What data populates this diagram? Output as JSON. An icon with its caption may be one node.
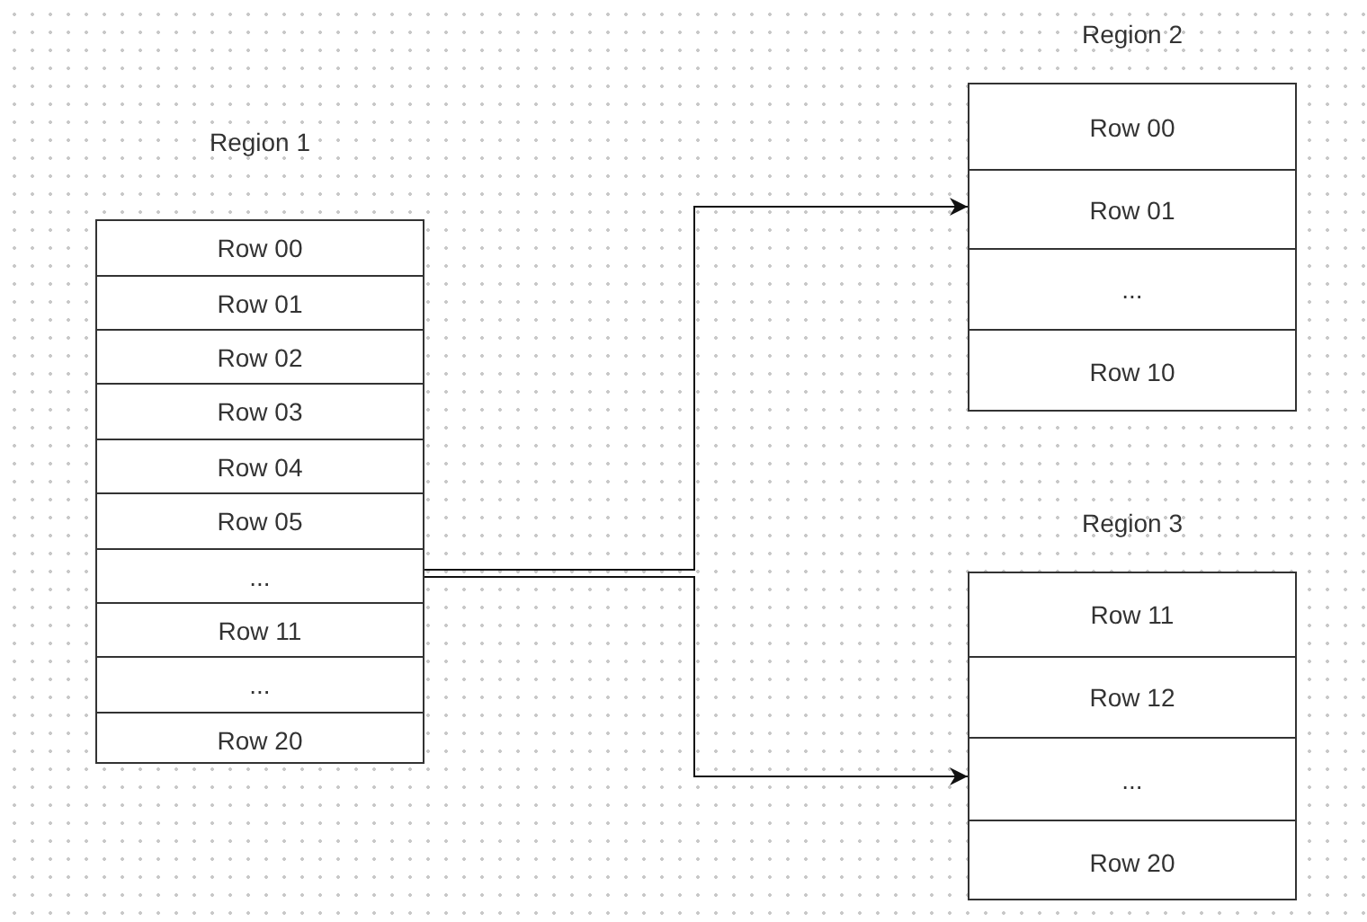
{
  "diagram": {
    "nodes": [
      {
        "text": [
          "Region 1"
        ]
      },
      {
        "text": [
          "Row 00"
        ],
        "in": 0
      },
      {
        "text": [
          "Row 01"
        ],
        "in": 0
      },
      {
        "text": [
          "Row 02"
        ],
        "in": 0
      },
      {
        "text": [
          "Row 03"
        ],
        "in": 0
      },
      {
        "text": [
          "Row 04"
        ],
        "in": 0
      },
      {
        "text": [
          "Row 05"
        ],
        "in": 0
      },
      {
        "text": [
          "..."
        ],
        "in": 0
      },
      {
        "text": [
          "Row 11"
        ],
        "in": 0
      },
      {
        "text": [
          "..."
        ],
        "in": 0
      },
      {
        "text": [
          "Row 20"
        ],
        "in": 0
      },
      {
        "text": [
          "Region 2"
        ]
      },
      {
        "text": [
          "Row 00"
        ],
        "in": 11
      },
      {
        "text": [
          "Row 01"
        ],
        "in": 11
      },
      {
        "text": [
          "..."
        ],
        "in": 11
      },
      {
        "text": [
          "Row 10"
        ],
        "in": 11
      },
      {
        "text": [
          "Region 3"
        ]
      },
      {
        "text": [
          "Row 11"
        ],
        "in": 16
      },
      {
        "text": [
          "Row 12"
        ],
        "in": 16
      },
      {
        "text": [
          "..."
        ],
        "in": 16
      },
      {
        "text": [
          "Row 20"
        ],
        "in": 16
      }
    ],
    "edges": [
      {
        "from": 7,
        "to": 13,
        "arrow": "to"
      },
      {
        "from": 7,
        "to": 19,
        "arrow": "to"
      }
    ]
  }
}
